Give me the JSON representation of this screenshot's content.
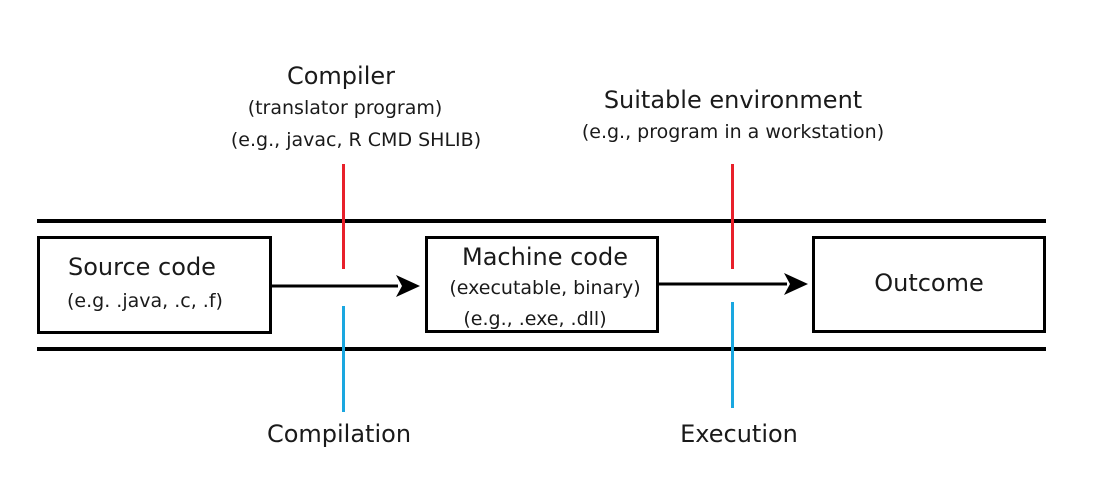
{
  "compiler": {
    "title": "Compiler",
    "subtitle": "(translator program)",
    "examples": "(e.g., javac, R CMD SHLIB)"
  },
  "environment": {
    "title": "Suitable environment",
    "examples": "(e.g., program in a workstation)"
  },
  "boxes": {
    "source": {
      "title": "Source code",
      "examples": "(e.g. .java,  .c, .f)"
    },
    "machine": {
      "title": "Machine code",
      "subtitle": "(executable, binary)",
      "examples": "(e.g., .exe, .dll)"
    },
    "outcome": {
      "title": "Outcome"
    }
  },
  "stages": {
    "compilation": "Compilation",
    "execution": "Execution"
  },
  "colors": {
    "tool_marker": "#e8202a",
    "stage_marker": "#1aa7e0",
    "line": "#000000"
  }
}
